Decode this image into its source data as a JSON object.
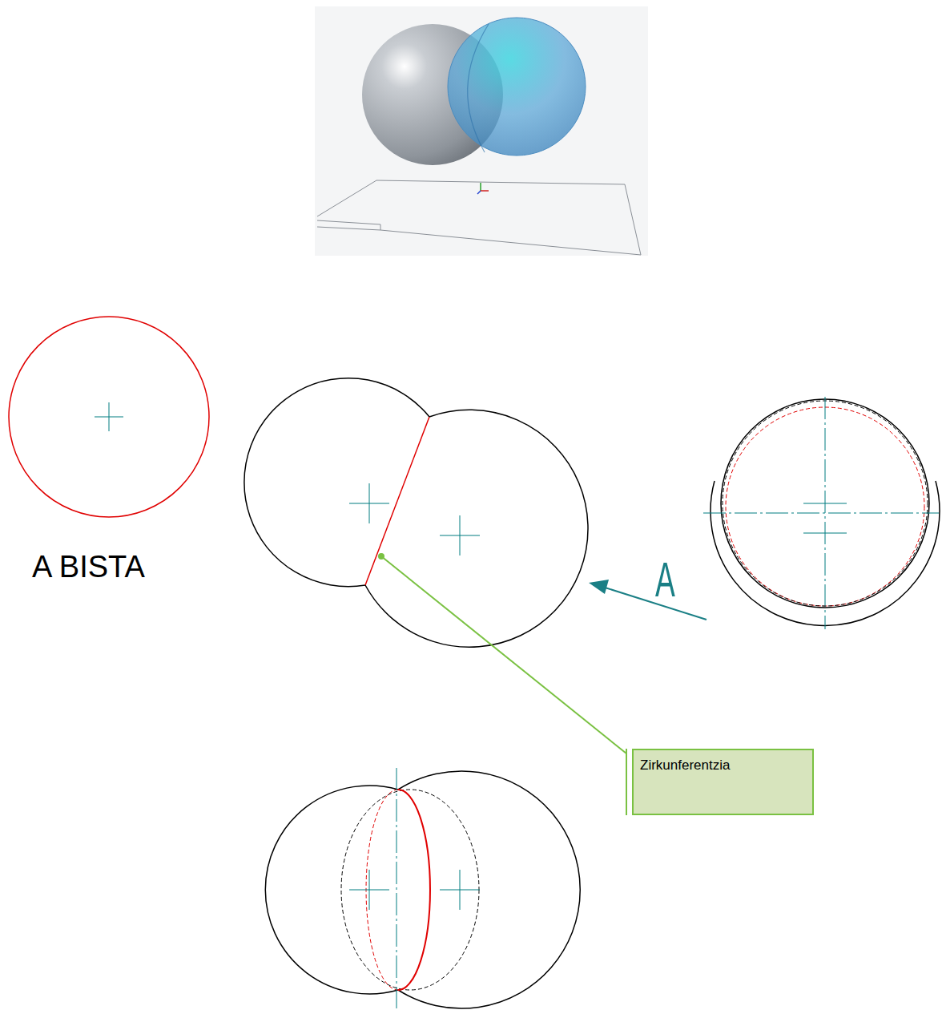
{
  "diagram": {
    "nodes": [
      {
        "text": [
          "Zirkunferentzia"
        ]
      }
    ],
    "labels": [
      "A BISTA",
      "A"
    ]
  }
}
